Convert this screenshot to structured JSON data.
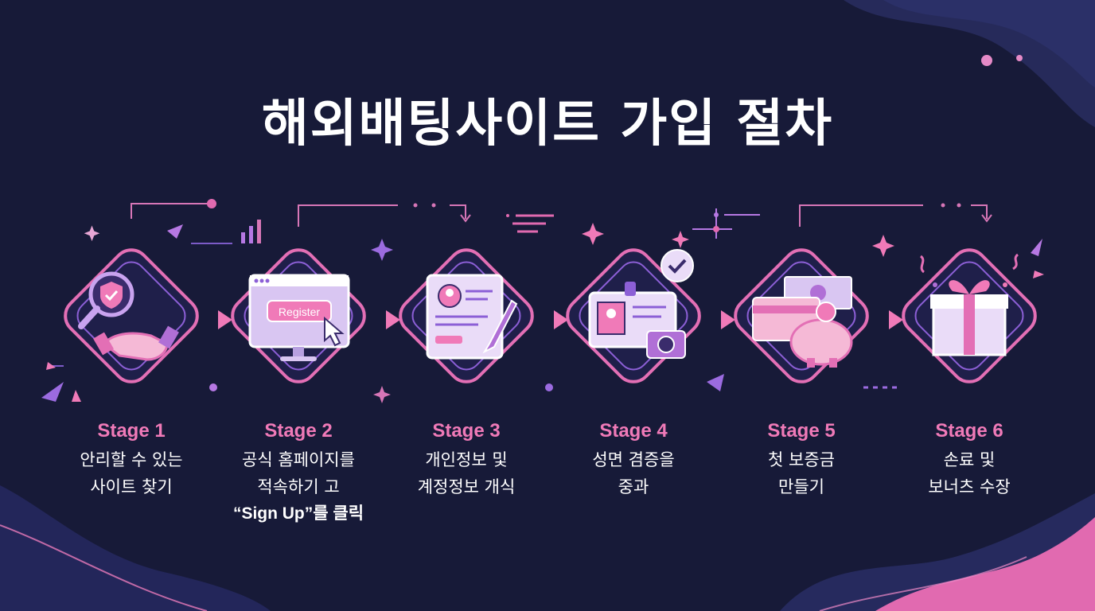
{
  "title": "해외배팅사이트 가입 절차",
  "stages": [
    {
      "stage": "Stage 1",
      "lines": [
        "안리할 수 있는",
        "사이트 찾기"
      ],
      "icon": "shield-handshake-icon"
    },
    {
      "stage": "Stage 2",
      "lines": [
        "공식 홈페이지를",
        "적속하기 고",
        "“Sign Up”를 클릭"
      ],
      "icon": "monitor-register-icon",
      "button_text": "Register"
    },
    {
      "stage": "Stage 3",
      "lines": [
        "개인정보 및",
        "계정정보 개식"
      ],
      "icon": "form-pen-icon"
    },
    {
      "stage": "Stage 4",
      "lines": [
        "성면 겸증을",
        "중과"
      ],
      "icon": "id-card-camera-icon"
    },
    {
      "stage": "Stage 5",
      "lines": [
        "첫 보증금",
        "만들기"
      ],
      "icon": "card-piggybank-icon"
    },
    {
      "stage": "Stage 6",
      "lines": [
        "손료 및",
        "보너츠 수장"
      ],
      "icon": "gift-box-icon"
    }
  ],
  "colors": {
    "background": "#171a38",
    "accent_pink": "#f07ab8",
    "accent_purple": "#9b6be0",
    "light_lilac": "#e6d4f5"
  }
}
